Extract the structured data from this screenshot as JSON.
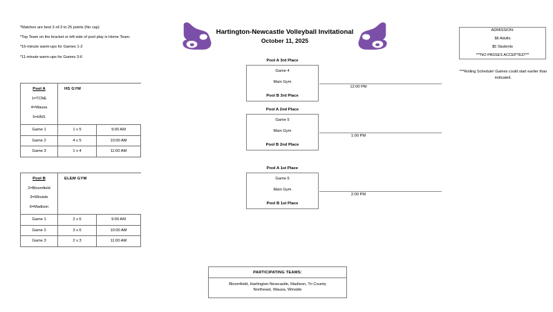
{
  "header": {
    "title": "Hartington-Newcastle Volleyball Invitational",
    "date": "October 11, 2025",
    "logo_left": "wildcat-logo",
    "logo_right": "wildcat-logo",
    "brand_color": "#7B4FA8"
  },
  "notes": [
    "*Matches are best 2-of-3 to 25 points (No cap)",
    "*Top Team on the bracket or left side of pool play is Home Team.",
    "*16-minute warm-ups for Games 1-2",
    "*11-minute warm-ups for Games 3-6"
  ],
  "admission": {
    "heading": "ADMISSION:",
    "adults": "$6 Adults",
    "students": "$5 Students",
    "passes": "***NO PASSES ACCEPTED***"
  },
  "rolling_note": "***Rolling Schedule!  Games could start earlier than indicated.",
  "pools": [
    {
      "name": "Pool A",
      "gym": "HS GYM",
      "seeds": [
        "1=TCNE",
        "4=Wausa",
        "5=HNS"
      ],
      "games": [
        {
          "game": "Game 1",
          "matchup": "1 v 5",
          "time": "9:00 AM"
        },
        {
          "game": "Game 2",
          "matchup": "4 v 5",
          "time": "10:00 AM"
        },
        {
          "game": "Game 3",
          "matchup": "1 v 4",
          "time": "11:00 AM"
        }
      ]
    },
    {
      "name": "Pool B",
      "gym": "ELEM GYM",
      "seeds": [
        "2=Bloomfield",
        "3=Winside",
        "6=Madison"
      ],
      "games": [
        {
          "game": "Game 1",
          "matchup": "2 v 6",
          "time": "9:00 AM"
        },
        {
          "game": "Game 2",
          "matchup": "3 v 6",
          "time": "10:00 AM"
        },
        {
          "game": "Game 3",
          "matchup": "2 v 3",
          "time": "11:00 AM"
        }
      ]
    }
  ],
  "bracket": [
    {
      "top_team": "Pool A 3rd Place",
      "game": "Game 4",
      "gym": "Main Gym",
      "bottom_team": "Pool B 3rd Place",
      "time": "12:00 PM"
    },
    {
      "top_team": "Pool A 2nd Place",
      "game": "Game 5",
      "gym": "Main Gym",
      "bottom_team": "Pool B 2nd Place",
      "time": "1:00 PM"
    },
    {
      "top_team": "Pool A 1st Place",
      "game": "Game 6",
      "gym": "Main Gym",
      "bottom_team": "Pool B 1st Place",
      "time": "2:00 PM"
    }
  ],
  "participating_teams": {
    "heading": "PARTICIPATING TEAMS:",
    "line1": "Bloomfield, Hartington-Newcastle, Madison, Tri County",
    "line2": "Northeast, Wausa, Winside"
  }
}
